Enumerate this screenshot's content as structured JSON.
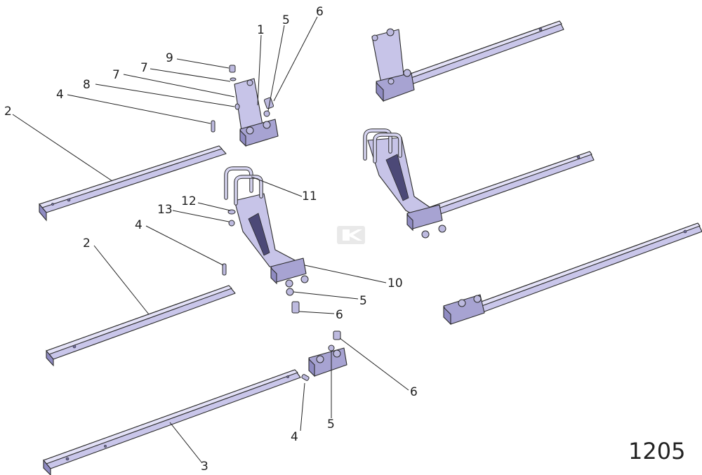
{
  "figure_number": "1205",
  "callouts": [
    {
      "id": "c1",
      "text": "1"
    },
    {
      "id": "c5a",
      "text": "5"
    },
    {
      "id": "c6a",
      "text": "6"
    },
    {
      "id": "c9",
      "text": "9"
    },
    {
      "id": "c7a",
      "text": "7"
    },
    {
      "id": "c7b",
      "text": "7"
    },
    {
      "id": "c8",
      "text": "8"
    },
    {
      "id": "c4a",
      "text": "4"
    },
    {
      "id": "c2a",
      "text": "2"
    },
    {
      "id": "c11",
      "text": "11"
    },
    {
      "id": "c12",
      "text": "12"
    },
    {
      "id": "c13",
      "text": "13"
    },
    {
      "id": "c4b",
      "text": "4"
    },
    {
      "id": "c2b",
      "text": "2"
    },
    {
      "id": "c10",
      "text": "10"
    },
    {
      "id": "c5b",
      "text": "5"
    },
    {
      "id": "c6b",
      "text": "6"
    },
    {
      "id": "c6c",
      "text": "6"
    },
    {
      "id": "c5c",
      "text": "5"
    },
    {
      "id": "c4c",
      "text": "4"
    },
    {
      "id": "c3",
      "text": "3"
    }
  ]
}
